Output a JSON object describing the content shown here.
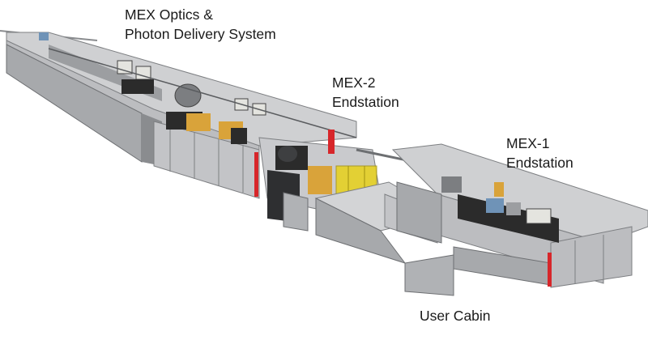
{
  "labels": {
    "optics": {
      "line1": "MEX Optics &",
      "line2": "Photon Delivery  System"
    },
    "mex2": {
      "line1": "MEX-2",
      "line2": "Endstation"
    },
    "mex1": {
      "line1": "MEX-1",
      "line2": "Endstation"
    },
    "cabin": {
      "line1": "User Cabin"
    }
  },
  "colors": {
    "wall_light": "#cfd0d2",
    "wall_mid": "#a7a9ac",
    "wall_dark": "#8a8c8f",
    "floor": "#bcbdc0",
    "accent_yellow": "#e8d21a",
    "accent_orange": "#d9a33a",
    "accent_red": "#d7262a",
    "equipment_dark": "#2b2b2b",
    "beamline_blue": "#6f93b7"
  }
}
